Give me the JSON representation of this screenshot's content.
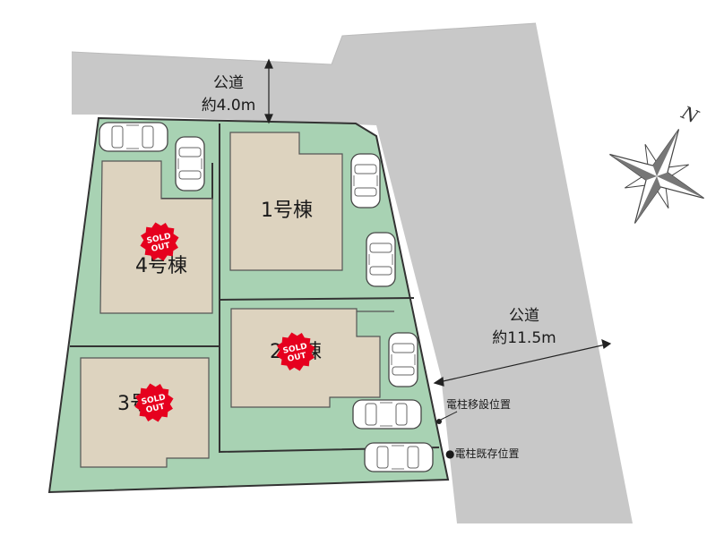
{
  "roads": {
    "north": {
      "name": "公道",
      "width": "約4.0m"
    },
    "east": {
      "name": "公道",
      "width": "約11.5m"
    }
  },
  "buildings": [
    {
      "id": "1",
      "label": "1号棟",
      "sold_out": false
    },
    {
      "id": "2",
      "label": "2号棟",
      "sold_out": true
    },
    {
      "id": "3",
      "label": "3号棟",
      "sold_out": true
    },
    {
      "id": "4",
      "label": "4号棟",
      "sold_out": true
    }
  ],
  "sold_badge": {
    "line1": "SOLD",
    "line2": "OUT"
  },
  "poles": {
    "relocation": "電柱移設位置",
    "existing": "●電柱既存位置"
  },
  "compass": {
    "north_letter": "N"
  },
  "colors": {
    "road": "#c8c8c8",
    "lot": "#a8d2b3",
    "building": "#ddd3bf",
    "outline": "#333333",
    "sold_badge": "#e6001e"
  },
  "icons": [
    "car-icon",
    "compass-rose-icon",
    "sold-out-badge-icon"
  ]
}
